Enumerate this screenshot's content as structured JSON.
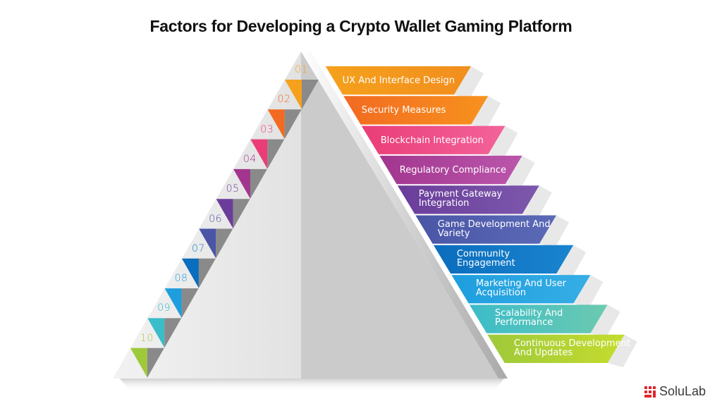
{
  "title": "Factors for Developing a Crypto Wallet Gaming Platform",
  "logo": {
    "icon": "solulab-logo-icon",
    "text": "SoluLab",
    "color": "#e0262b"
  },
  "pyramid": {
    "left_face_color": "#e8e8e8",
    "right_face_color": "#cbcbcb",
    "step_gray": "#8a8a8a"
  },
  "factors": [
    {
      "number": "01",
      "label_lines": [
        "UX And Interface Design"
      ],
      "color": "#f5a11c",
      "color2": "#f28e1e",
      "num_color": "#f5a11c"
    },
    {
      "number": "02",
      "label_lines": [
        "Security Measures"
      ],
      "color": "#f26a21",
      "color2": "#f7921e",
      "num_color": "#f26a21"
    },
    {
      "number": "03",
      "label_lines": [
        "Blockchain Integration"
      ],
      "color": "#ea3d77",
      "color2": "#f3639b",
      "num_color": "#ea3d77"
    },
    {
      "number": "04",
      "label_lines": [
        "Regulatory Compliance"
      ],
      "color": "#a2368f",
      "color2": "#bb56ab",
      "num_color": "#a2368f"
    },
    {
      "number": "05",
      "label_lines": [
        "Payment Gateway",
        "Integration"
      ],
      "color": "#6a3d9a",
      "color2": "#7c58ac",
      "num_color": "#6a3d9a"
    },
    {
      "number": "06",
      "label_lines": [
        "Game Development And",
        "Variety"
      ],
      "color": "#4a55a6",
      "color2": "#5b6ab7",
      "num_color": "#4a55a6"
    },
    {
      "number": "07",
      "label_lines": [
        "Community",
        "Engagement"
      ],
      "color": "#0a6dbd",
      "color2": "#1a84cf",
      "num_color": "#1a7ac4"
    },
    {
      "number": "08",
      "label_lines": [
        "Marketing And User",
        "Acquisition"
      ],
      "color": "#1e9ede",
      "color2": "#36aee6",
      "num_color": "#1e9ede"
    },
    {
      "number": "09",
      "label_lines": [
        "Scalability And",
        "Performance"
      ],
      "color": "#3bbcc9",
      "color2": "#6ccab0",
      "num_color": "#2eb5c8"
    },
    {
      "number": "10",
      "label_lines": [
        "Continuous Development",
        "And Updates"
      ],
      "color": "#9ec93a",
      "color2": "#c5dc2e",
      "num_color": "#a6c83a"
    }
  ]
}
